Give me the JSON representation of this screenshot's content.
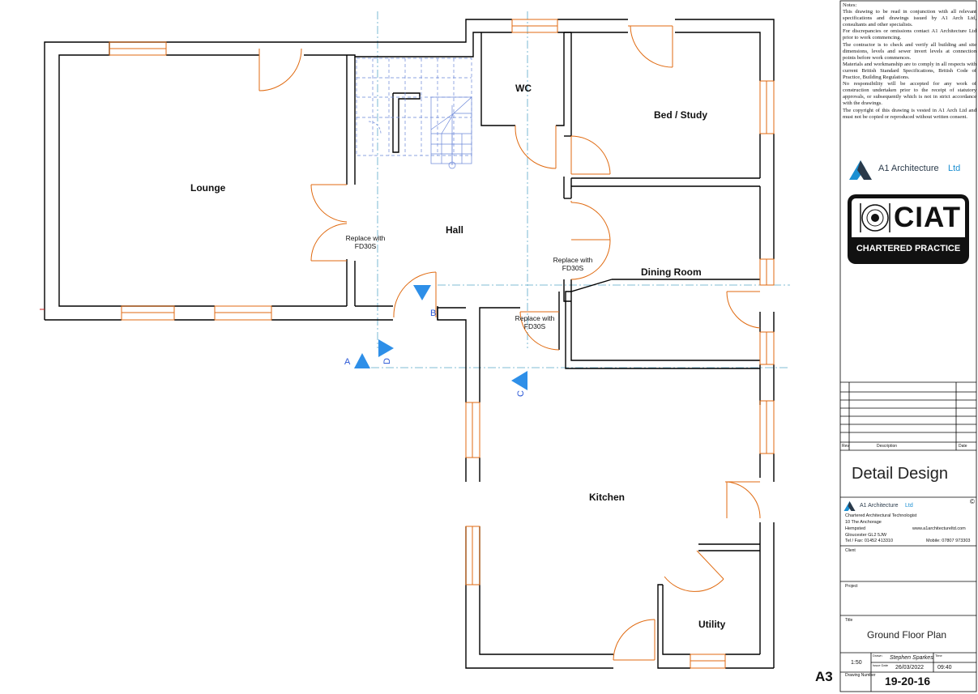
{
  "rooms": {
    "lounge": "Lounge",
    "hall": "Hall",
    "wc": "WC",
    "bed_study": "Bed / Study",
    "dining": "Dining Room",
    "kitchen": "Kitchen",
    "utility": "Utility"
  },
  "door_notes": {
    "line1": "Replace with",
    "line2": "FD30S"
  },
  "section_markers": [
    "A",
    "B",
    "C",
    "D"
  ],
  "notes": {
    "heading": "Notes:",
    "paragraphs": [
      "This drawing to be read in conjunction with all relevant specifications and drawings issued by A1 Arch Ltd, consultants and other specialists.",
      "For discrepancies or omissions contact A1 Architecture Ltd prior to work commencing.",
      "The contractor is to check and verify all building and site dimensions, levels and sewer invert levels at connection points before work commences.",
      "Materials and workmanship are to comply in all respects with current British Standard Specifications, British Code of Practice, Building Regulations.",
      "No responsibility will be accepted for any work of construction undertaken prior to the receipt of statutory approvals, or subsequently which is not in strict accordance with the drawings.",
      "The copyright of this drawing is vested in A1 Arch Ltd and must not be copied or reproduced without written consent."
    ]
  },
  "logo": {
    "a1_prefix": "A1 Architecture",
    "a1_suffix": "Ltd",
    "ciat": "CIAT",
    "ciat_sub": "CHARTERED PRACTICE"
  },
  "revision_table": {
    "rev": "Rev",
    "description": "Description",
    "date": "Date"
  },
  "title_block": {
    "stage": "Detail Design",
    "company_line": "Chartered Architectural Technologist",
    "address1": "10 The Anchorage",
    "address2": "Hempsted",
    "address3": "Gloucester GL2 5JW",
    "telfax": "Tel / Fax: 01452 413310",
    "website": "www.a1architectureltd.com",
    "mobile": "Mobile: 07807 973303",
    "client_label": "Client",
    "project_label": "Project",
    "title_label": "Title",
    "title": "Ground Floor Plan",
    "scale": "1:50",
    "drawn_label": "Drawn",
    "drawn": "Stephen Sparkes",
    "time_label": "Time",
    "issue_label": "Issue Date",
    "issue_date": "26/03/2022",
    "time": "09:40",
    "drawing_number_label": "Drawing Number",
    "drawing_number": "19-20-16",
    "sheet": "A3",
    "copyright": "©"
  },
  "colors": {
    "wall": "#000000",
    "door": "#e06a10",
    "stairs": "#6a86d8",
    "section": "#2e8fe8",
    "gridline": "#5aa9c9"
  }
}
